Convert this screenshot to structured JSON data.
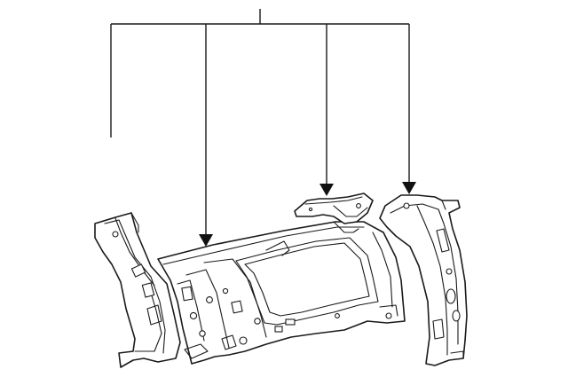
{
  "diagram": {
    "callout_label": "",
    "parts": [
      {
        "id": "rear-corner-pillar-left"
      },
      {
        "id": "quarter-inner-panel"
      },
      {
        "id": "upper-gusset"
      },
      {
        "id": "rear-pillar-right"
      }
    ],
    "colors": {
      "line": "#1a1a1a",
      "background": "#ffffff",
      "arrow": "#111111"
    }
  }
}
